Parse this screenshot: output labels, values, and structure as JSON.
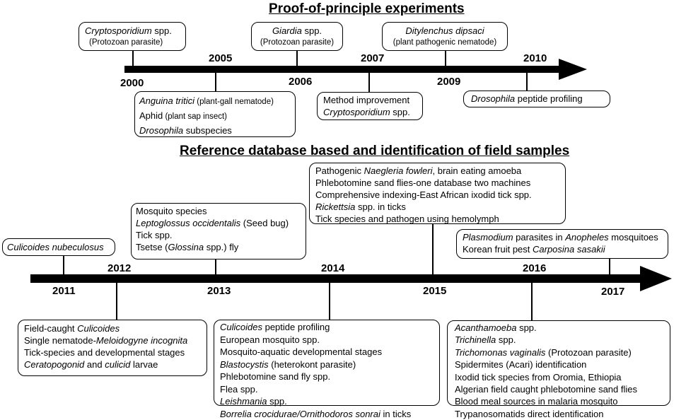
{
  "section1": {
    "title": "Proof-of-principle experiments",
    "years": [
      "2000",
      "2005",
      "2006",
      "2007",
      "2009",
      "2010"
    ],
    "boxes": {
      "crypto": {
        "l1": "Cryptosporidium",
        "l1b": " spp.",
        "l2": "(Protozoan parasite)"
      },
      "giardia": {
        "l1": "Giardia",
        "l1b": " spp.",
        "l2": "(Protozoan parasite)"
      },
      "dity": {
        "l1": "Ditylenchus dipsaci",
        "l2": "(plant pathogenic nematode)"
      },
      "anguina": {
        "l1a": "Anguina tritici",
        "l1b": " (plant-gall nematode)",
        "l2a": "Aphid",
        "l2b": " (plant sap insect)",
        "l3a": "Drosophila",
        "l3b": " subspecies"
      },
      "method": {
        "l1": "Method improvement",
        "l2a": "Cryptosporidium",
        "l2b": " spp."
      },
      "droso": {
        "l1a": "Drosophila",
        "l1b": " peptide profiling"
      }
    }
  },
  "section2": {
    "title": "Reference database based and identification of field samples",
    "years": [
      "2011",
      "2012",
      "2013",
      "2014",
      "2015",
      "2016",
      "2017"
    ],
    "boxes": {
      "culnub": {
        "l1": "Culicoides nubeculosus"
      },
      "mosq": {
        "l1": "Mosquito species",
        "l2a": "Leptoglossus occidentalis",
        "l2b": " (Seed bug)",
        "l3": "Tick spp.",
        "l4a": "Tsetse (",
        "l4b": "Glossina",
        "l4c": " spp.) fly"
      },
      "naeg": {
        "l1a": "Pathogenic ",
        "l1b": "Naegleria fowleri",
        "l1c": ", brain eating amoeba",
        "l2": "Phlebotomine sand flies-one database two machines",
        "l3": "Comprehensive indexing-East African ixodid tick spp.",
        "l4a": "Rickettsia",
        "l4b": " spp. in ticks",
        "l5": "Tick species and pathogen using hemolymph"
      },
      "plasmo": {
        "l1a": "Plasmodium",
        "l1b": " parasites in ",
        "l1c": "Anopheles",
        "l1d": " mosquitoes",
        "l2a": "Korean fruit pest ",
        "l2b": "Carposina sasakii"
      },
      "field": {
        "l1a": "Field-caught ",
        "l1b": "Culicoides",
        "l2a": "Single nematode-",
        "l2b": "Meloidogyne incognita",
        "l3": "Tick-species and developmental stages",
        "l4a": "Ceratopogonid",
        "l4b": " and ",
        "l4c": "culicid",
        "l4d": " larvae"
      },
      "culpep": {
        "l1a": "Culicoides",
        "l1b": " peptide profiling",
        "l2": "European mosquito spp.",
        "l3": "Mosquito-aquatic developmental stages",
        "l4a": "Blastocystis",
        "l4b": " (heterokont parasite)",
        "l5": "Phlebotomine sand fly spp.",
        "l6": "Flea spp.",
        "l7a": "Leishmania",
        "l7b": " spp.",
        "l8a": "Borrelia crocidurae/Ornithodoros sonrai",
        "l8b": " in ticks"
      },
      "acanth": {
        "l1a": "Acanthamoeba",
        "l1b": " spp.",
        "l2a": "Trichinella",
        "l2b": " spp.",
        "l3a": "Trichomonas vaginalis",
        "l3b": " (Protozoan parasite)",
        "l4": "Spidermites (Acari) identification",
        "l5": "Ixodid tick species from Oromia, Ethiopia",
        "l6": "Algerian field caught phlebotomine sand flies",
        "l7": "Blood meal sources in malaria mosquito",
        "l8": "Trypanosomatids direct identification"
      }
    }
  }
}
